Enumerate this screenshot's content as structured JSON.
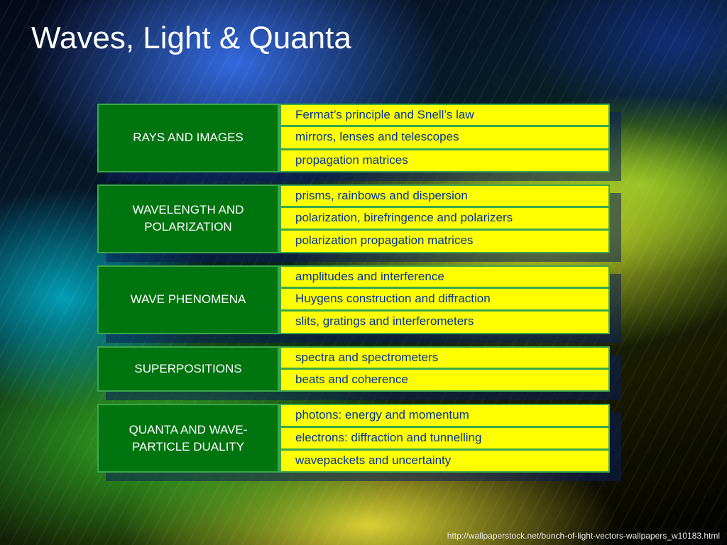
{
  "slide": {
    "title": "Waves, Light & Quanta",
    "footer_url": "http://wallpaperstock.net/bunch-of-light-vectors-wallpapers_w10183.html"
  },
  "colors": {
    "category_fill": "#00740f",
    "item_fill": "#ffff00",
    "item_text": "#003399",
    "border": "#3aa84a"
  },
  "groups": [
    {
      "category": "RAYS AND IMAGES",
      "items": [
        "Fermat’s principle and Snell’s law",
        "mirrors, lenses and telescopes",
        "propagation matrices"
      ]
    },
    {
      "category": "WAVELENGTH AND POLARIZATION",
      "items": [
        "prisms, rainbows and dispersion",
        "polarization, birefringence and polarizers",
        "polarization propagation matrices"
      ]
    },
    {
      "category": "WAVE PHENOMENA",
      "items": [
        "amplitudes and interference",
        "Huygens construction and diffraction",
        "slits, gratings and interferometers"
      ]
    },
    {
      "category": "SUPERPOSITIONS",
      "items": [
        "spectra and spectrometers",
        "beats and coherence"
      ]
    },
    {
      "category": "QUANTA AND WAVE-PARTICLE DUALITY",
      "items": [
        "photons: energy and momentum",
        "electrons: diffraction and tunnelling",
        "wavepackets and uncertainty"
      ]
    }
  ]
}
